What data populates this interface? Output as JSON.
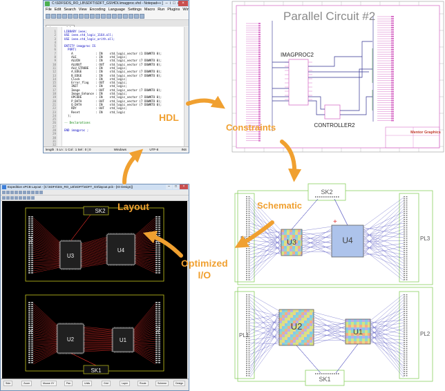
{
  "notepad": {
    "title": "C:\\SDFS\\DS_RO_LB\\SDFT\\SDFT_GS\\HDL\\imagproc.vhd - Notepad++ [Administrator]",
    "menu": [
      "File",
      "Edit",
      "Search",
      "View",
      "Encoding",
      "Language",
      "Settings",
      "Macro",
      "Run",
      "Plugins",
      "Window",
      "?"
    ],
    "tab": "imagproc.vhd",
    "line_numbers": [
      "1",
      "2",
      "3",
      "4",
      "5",
      "6",
      "7",
      "8",
      "9",
      "10",
      "11",
      "12",
      "13",
      "14",
      "15",
      "16",
      "17",
      "18",
      "19",
      "20",
      "21",
      "22",
      "23",
      "24",
      "25",
      "26",
      "27",
      "28",
      "29",
      "30",
      "31",
      "32"
    ],
    "code_lines": [
      "LIBRARY ieee;",
      "USE ieee.std_logic_1164.all;",
      "USE ieee.std_logic_arith.all;",
      "",
      "ENTITY imagproc IS",
      "  PORT(",
      "    A             : IN    std_logic_vector (1 DOWNTO 0);",
      "    ALE           : IN    std_logic;",
      "    ALUIN         : IN    std_logic_vector (7 DOWNTO 0);",
      "    ALUOUT        : OUT   std_logic_vector (7 DOWNTO 0);",
      "    ALU_STROBE    : IN    std_logic;",
      "    A_EDGE        : IN    std_logic_vector (7 DOWNTO 0);",
      "    B_EDGE        : IN    std_logic_vector (7 DOWNTO 0);",
      "    Clock         : IN    std_logic;",
      "    Error_flag    : OUT   std_logic;",
      "    INIT          : IN    std_logic;",
      "    Image         : OUT   std_logic_vector (7 DOWNTO 0);",
      "    Image_Enhance : IN    std_logic;",
      "    OPCODE        : IN    std_logic_vector (7 DOWNTO 0);",
      "    P_DATA        : OUT   std_logic_vector (7 DOWNTO 0);",
      "    Q_DATA        : IN    std_logic_vector (7 DOWNTO 0);",
      "    RDY           : OUT   std_logic;",
      "    Reset         : IN    std_logic",
      "  );",
      "",
      "-- Declarations",
      "",
      "END imagproc ;",
      "",
      "",
      "",
      ""
    ],
    "status_left": "length : 5  Ln : 1    Col : 1    Sel : 0 | 0",
    "status_mid": "Windows",
    "status_enc": "UTF-8",
    "status_ins": "INS"
  },
  "layout_window": {
    "title": "Expedition xPCB Layout - [C:\\SDFS\\DS_RO_LB\\SDFT\\SDFT_GS\\layout.pcb - [IO Design]]",
    "components": {
      "sk2": "SK2",
      "sk1": "SK1",
      "u3": "U3",
      "u4": "U4",
      "u2": "U2",
      "u1": "U1",
      "pl4": "PL4",
      "pl3": "PL3",
      "pl1": "PL1",
      "pl2": "PL2"
    },
    "bottom_tabs": [
      "Side",
      "Zoom",
      "Mouse XY",
      "Pan",
      "Units",
      "Grid",
      "Layer",
      "Route",
      "Scheme",
      "Design"
    ]
  },
  "schematic": {
    "title": "Parallel Circuit #2",
    "block1": "IMAGPROC2",
    "block2": "CONTROLLER2",
    "logo": "Mentor Graphics"
  },
  "floorplan": {
    "sk2": "SK2",
    "sk1": "SK1",
    "u3": "U3",
    "u4": "U4",
    "u2": "U2",
    "u1": "U1",
    "pl4": "PL4",
    "pl3": "PL3",
    "pl1": "PL1",
    "pl2": "PL2"
  },
  "labels": {
    "hdl": "HDL",
    "constraints": "Constraints",
    "schematic": "Schematic",
    "layout": "Layout",
    "optimized_1": "Optimized",
    "optimized_2": "I/O"
  },
  "colors": {
    "arrow": "#f0a030",
    "label": "#f0a030",
    "route_red": "#e8302a",
    "ratsnest": "#3a3ab8",
    "sheet_border": "#d870c8"
  }
}
